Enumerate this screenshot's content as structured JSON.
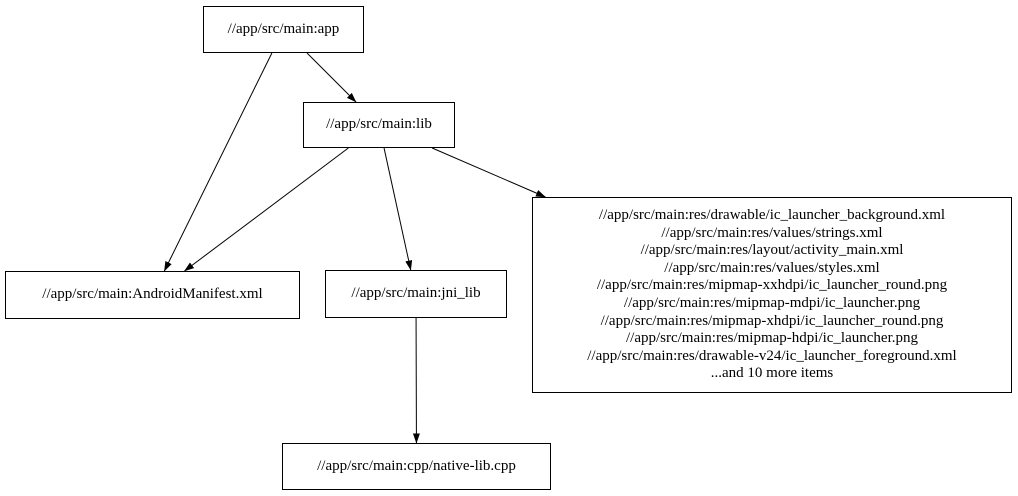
{
  "graph": {
    "background_color": "#ffffff",
    "node_border_color": "#000000",
    "edge_color": "#000000",
    "text_color": "#000000",
    "nodes": [
      {
        "id": "app",
        "label": "//app/src/main:app"
      },
      {
        "id": "lib",
        "label": "//app/src/main:lib"
      },
      {
        "id": "manifest",
        "label": "//app/src/main:AndroidManifest.xml"
      },
      {
        "id": "jni_lib",
        "label": "//app/src/main:jni_lib"
      },
      {
        "id": "res_group",
        "lines": [
          "//app/src/main:res/drawable/ic_launcher_background.xml",
          "//app/src/main:res/values/strings.xml",
          "//app/src/main:res/layout/activity_main.xml",
          "//app/src/main:res/values/styles.xml",
          "//app/src/main:res/mipmap-xxhdpi/ic_launcher_round.png",
          "//app/src/main:res/mipmap-mdpi/ic_launcher.png",
          "//app/src/main:res/mipmap-xhdpi/ic_launcher_round.png",
          "//app/src/main:res/mipmap-hdpi/ic_launcher.png",
          "//app/src/main:res/drawable-v24/ic_launcher_foreground.xml",
          "...and 10 more items"
        ]
      },
      {
        "id": "native_cpp",
        "label": "//app/src/main:cpp/native-lib.cpp"
      }
    ],
    "edges": [
      {
        "from": "app",
        "to": "lib"
      },
      {
        "from": "app",
        "to": "manifest"
      },
      {
        "from": "lib",
        "to": "manifest"
      },
      {
        "from": "lib",
        "to": "jni_lib"
      },
      {
        "from": "lib",
        "to": "res_group"
      },
      {
        "from": "jni_lib",
        "to": "native_cpp"
      }
    ]
  }
}
